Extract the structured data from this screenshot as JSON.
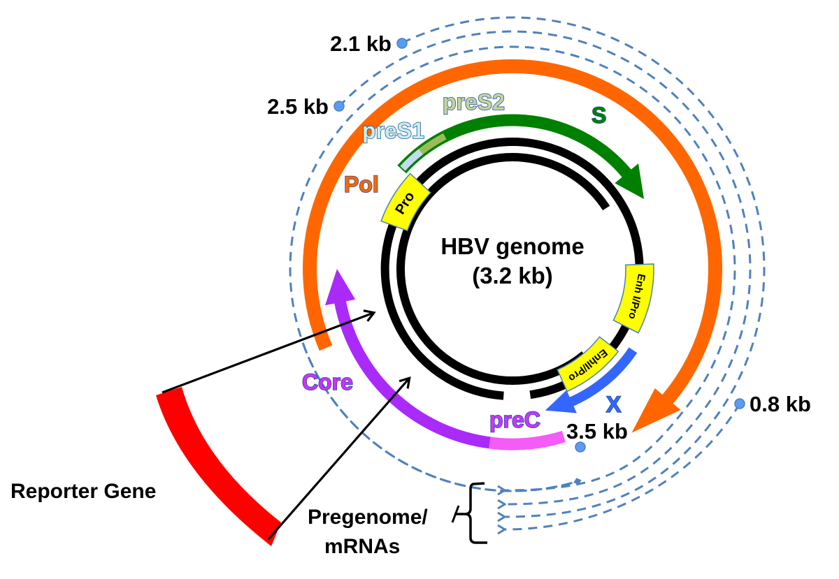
{
  "diagram": {
    "title": "HBV genome",
    "subtitle": "(3.2 kb)",
    "genes": {
      "pol": {
        "label": "Pol",
        "color": "#ff6600"
      },
      "s": {
        "label": "S",
        "color": "#008000"
      },
      "pres1": {
        "label": "preS1",
        "color": "#c6d9f1"
      },
      "pres2": {
        "label": "preS2",
        "color": "#9bbb59"
      },
      "core": {
        "label": "Core",
        "color": "#aa2afa"
      },
      "prec": {
        "label": "preC",
        "color": "#f45cf7"
      },
      "x": {
        "label": "X",
        "color": "#3366ff"
      }
    },
    "regulatory": {
      "pro": "Pro",
      "enh1": "Enh I/Pro",
      "enh2": "EnhII/Pro",
      "fill": "#ffff00",
      "outline": "#4a7ebb"
    },
    "transcripts": [
      {
        "label": "3.5 kb"
      },
      {
        "label": "2.5 kb"
      },
      {
        "label": "2.1 kb"
      },
      {
        "label": "0.8 kb"
      }
    ],
    "transcript_color": "#4f81bd",
    "transcript_dot_color": "#5b9bf5",
    "reporter": {
      "label": "Reporter Gene",
      "color": "#ff0000"
    },
    "pregenome": {
      "line1": "Pregenome/",
      "line2": "mRNAs"
    },
    "label_outline": "#1f4e9c"
  }
}
